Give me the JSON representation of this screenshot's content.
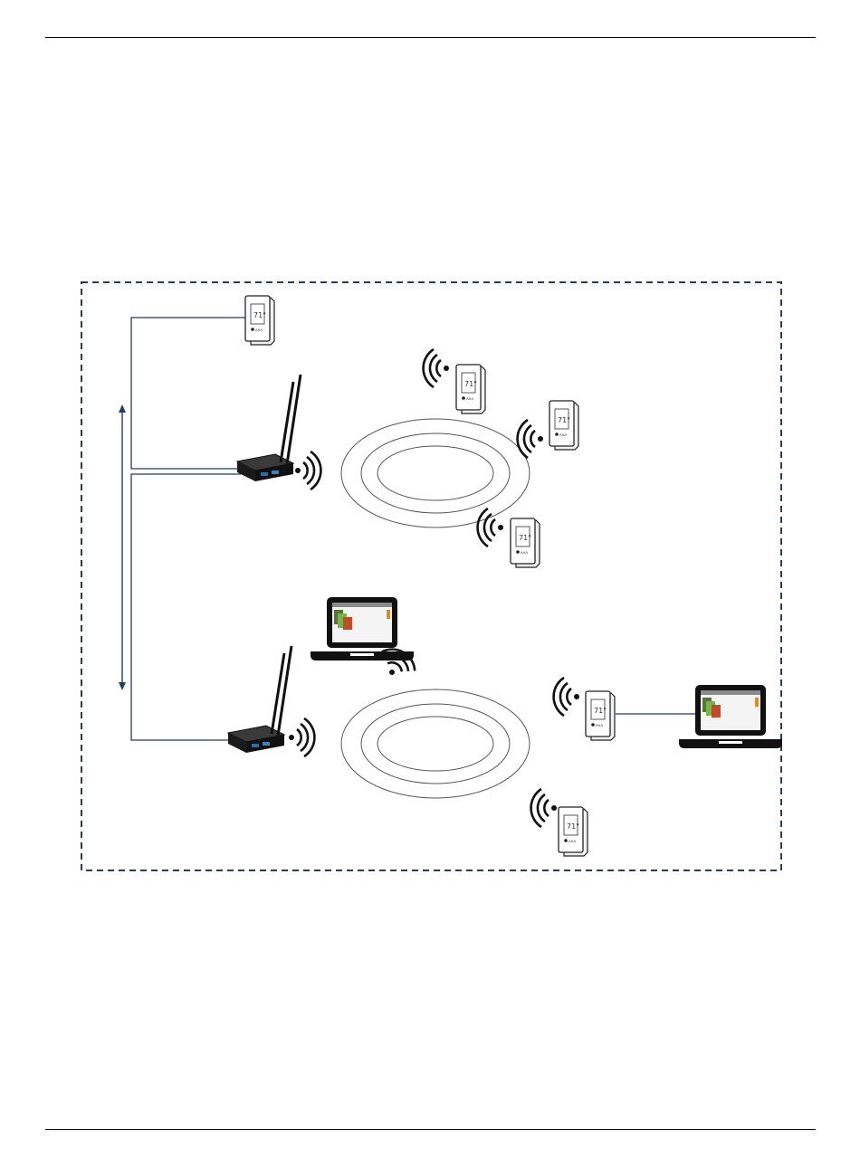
{
  "page": {
    "header_rule": true,
    "footer_rule": true
  },
  "diagram": {
    "frame_style": "dashed",
    "frame_color": "#1f3f63",
    "connector_color": "#1f3f63",
    "thermostat": {
      "reading": "71°",
      "sub": "●ᴧᴧᴧ"
    },
    "device_icons": [
      "wired-thermostat-icon",
      "wireless-thermostat-icon",
      "gateway-router-icon",
      "laptop-icon",
      "wireless-signal-icon",
      "double-headed-arrow-icon"
    ]
  }
}
